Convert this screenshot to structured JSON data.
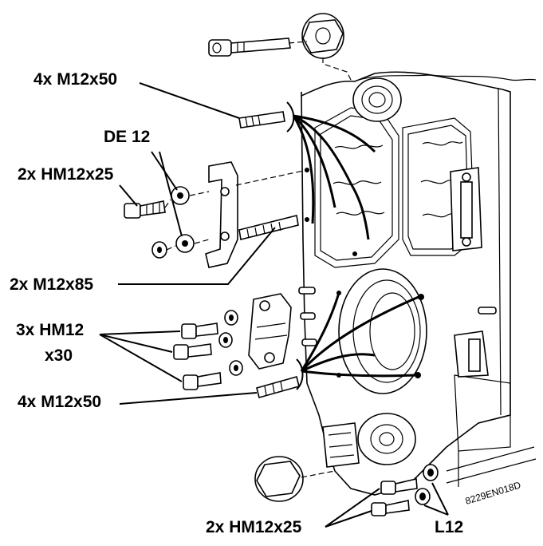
{
  "diagram": {
    "labels": {
      "top_m12x50": "4x M12x50",
      "de12": "DE 12",
      "hm12x25_left": "2x HM12x25",
      "m12x85": "2x M12x85",
      "hm12_line1": "3x HM12",
      "hm12_line2": "x30",
      "bottom_m12x50": "4x M12x50",
      "hm12x25_bottom": "2x HM12x25",
      "l12": "L12"
    },
    "figure_code": "8229EN018D"
  }
}
